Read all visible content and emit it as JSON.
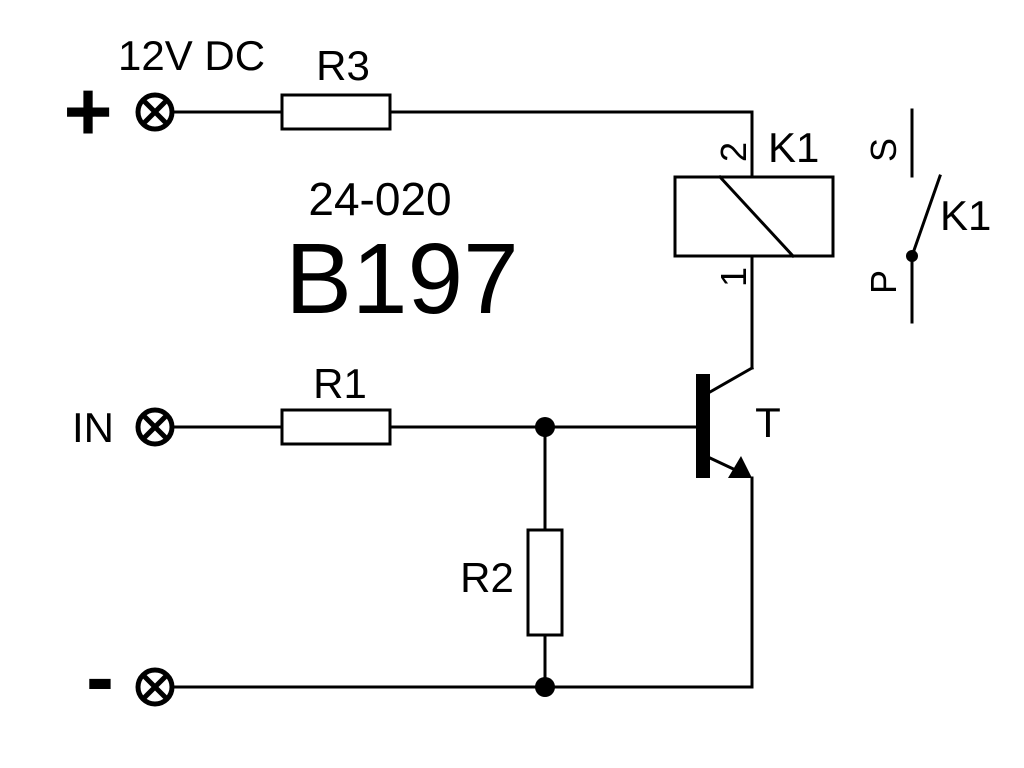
{
  "labels": {
    "supply": "12V DC",
    "model_code": "24-020",
    "model": "B197",
    "plus": "+",
    "minus": "-",
    "input": "IN",
    "r3": "R3",
    "r1": "R1",
    "r2": "R2",
    "relay": "K1",
    "switch": "K1",
    "transistor": "T",
    "pin2": "2",
    "pin1": "1",
    "contact_s": "S",
    "contact_p": "P"
  },
  "components": [
    {
      "id": "R3",
      "kind": "resistor"
    },
    {
      "id": "R1",
      "kind": "resistor"
    },
    {
      "id": "R2",
      "kind": "resistor"
    },
    {
      "id": "K1",
      "kind": "relay-coil"
    },
    {
      "id": "K1",
      "kind": "relay-contact"
    },
    {
      "id": "T",
      "kind": "npn-transistor"
    }
  ]
}
